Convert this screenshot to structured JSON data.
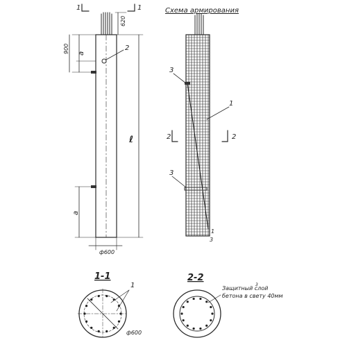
{
  "left_view": {
    "section_tag_left": "1",
    "section_tag_right": "1",
    "dim_top": "620",
    "dim_upper": "900",
    "dim_a_upper": "a",
    "dim_length": "ℓ",
    "dim_a_lower": "a",
    "dim_diameter": "ф600",
    "callout_2": "2"
  },
  "right_view": {
    "title": "Схема армирования",
    "callout_3_upper": "3",
    "callout_1": "1",
    "section_tag_left": "2",
    "section_tag_right": "2",
    "callout_3_lower": "3",
    "callout_1_bottom": "1",
    "callout_3_bottom": "3"
  },
  "section_1_1": {
    "title": "1-1",
    "callout_1": "1",
    "diameter": "ф600"
  },
  "section_2_2": {
    "title": "2-2",
    "note_line1": "Защитный слой",
    "note_line2": "бетона в свету 40мм",
    "note_superscript": "3"
  }
}
